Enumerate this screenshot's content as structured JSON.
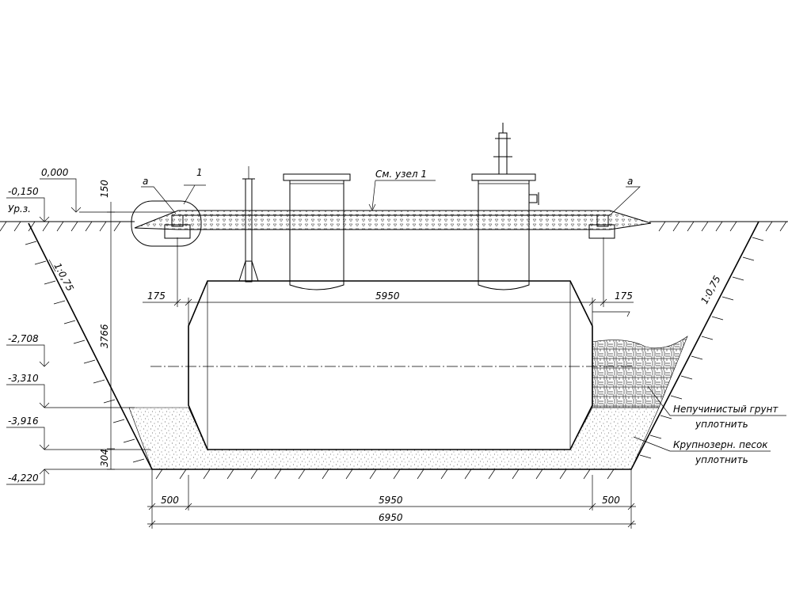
{
  "elevations": {
    "top": "0,000",
    "surface": "-0,150",
    "ground_mark": "Ур.з.",
    "axis": "-2,708",
    "bed_top": "-3,310",
    "tank_bottom": "-3,916",
    "pit_bottom": "-4,220"
  },
  "dimensions": {
    "cover_thickness": "150",
    "depth": "3766",
    "sand_layer": "304",
    "gap_left": "175",
    "gap_right": "175",
    "tank_length_top": "5950",
    "bottom_left": "500",
    "bottom_middle": "5950",
    "bottom_right": "500",
    "bottom_total": "6950"
  },
  "slopes": {
    "left": "1:0,75",
    "right": "1:0,75"
  },
  "callouts": {
    "node_ref": "См. узел 1",
    "node_number": "1",
    "letter_left": "а",
    "letter_right": "а"
  },
  "legend": {
    "soil_line1": "Непучинистый грунт",
    "soil_line2": "уплотнить",
    "sand_line1": "Крупнозерн. песок",
    "sand_line2": "уплотнить"
  }
}
